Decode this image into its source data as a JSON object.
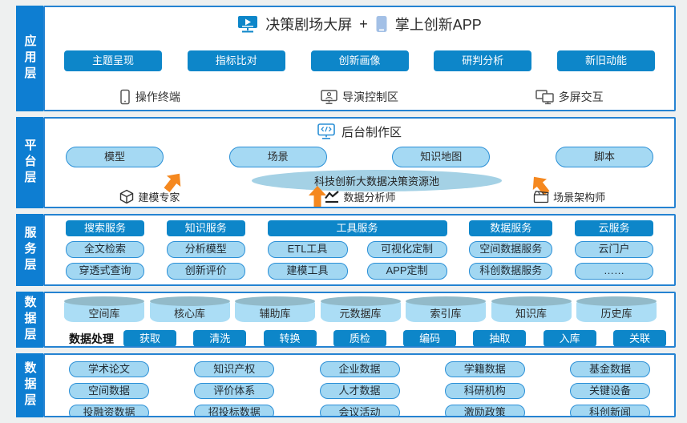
{
  "colors": {
    "accent_blue": "#0d86c9",
    "tab_blue": "#0e7ed2",
    "border_blue": "#2583d2",
    "light_blue_fill": "#a2d7f2",
    "pool_fill": "#a4d1e5",
    "cylinder_top": "#92bac9",
    "arrow_orange": "#f5881f"
  },
  "layers": {
    "app": {
      "label": "应用层",
      "title_left": "决策剧场大屏",
      "title_plus": "+",
      "title_right": "掌上创新APP",
      "buttons": [
        "主题呈现",
        "指标比对",
        "创新画像",
        "研判分析",
        "新旧动能"
      ],
      "terminals": [
        "操作终端",
        "导演控制区",
        "多屏交互"
      ]
    },
    "platform": {
      "label": "平台层",
      "header": "后台制作区",
      "buttons": [
        "模型",
        "场景",
        "知识地图",
        "脚本"
      ],
      "pool": "科技创新大数据决策资源池",
      "roles": [
        "建模专家",
        "数据分析师",
        "场景架构师"
      ]
    },
    "service": {
      "label": "服务层",
      "columns": [
        {
          "header": "搜索服务",
          "items": [
            "全文检索",
            "穿透式查询"
          ]
        },
        {
          "header": "知识服务",
          "items": [
            "分析模型",
            "创新评价"
          ]
        },
        {
          "header": "工具服务",
          "items": [
            "ETL工具",
            "可视化定制",
            "建模工具",
            "APP定制"
          ]
        },
        {
          "header": "数据服务",
          "items": [
            "空间数据服务",
            "科创数据服务"
          ]
        },
        {
          "header": "云服务",
          "items": [
            "云门户",
            "……"
          ]
        }
      ]
    },
    "data_store": {
      "label": "数据层",
      "databases": [
        "空间库",
        "核心库",
        "辅助库",
        "元数据库",
        "索引库",
        "知识库",
        "历史库"
      ],
      "process_label": "数据处理",
      "process_steps": [
        "获取",
        "清洗",
        "转换",
        "质检",
        "编码",
        "抽取",
        "入库",
        "关联"
      ]
    },
    "data_source": {
      "label": "数据层",
      "columns": [
        [
          "学术论文",
          "空间数据",
          "投融资数据"
        ],
        [
          "知识产权",
          "评价体系",
          "招投标数据"
        ],
        [
          "企业数据",
          "人才数据",
          "会议活动"
        ],
        [
          "学籍数据",
          "科研机构",
          "激励政策"
        ],
        [
          "基金数据",
          "关键设备",
          "科创新闻"
        ]
      ]
    }
  }
}
